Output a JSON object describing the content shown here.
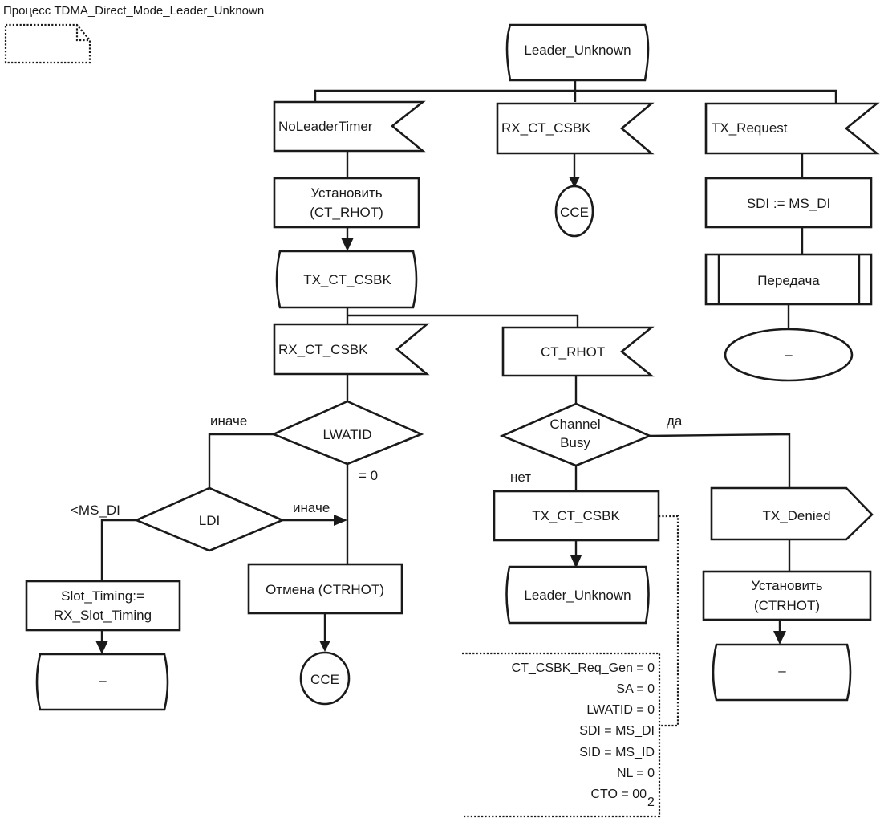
{
  "title": "Процесс TDMA_Direct_Mode_Leader_Unknown",
  "states": {
    "start": "Leader_Unknown",
    "tx_ct_csbk_state": "TX_CT_CSBK",
    "return_leader_unknown": "Leader_Unknown",
    "dash_state_left": "–",
    "dash_state_right": "–"
  },
  "inputs": {
    "no_leader_timer": "NoLeaderTimer",
    "rx_ct_csbk_top": "RX_CT_CSBK",
    "tx_request": "TX_Request",
    "rx_ct_csbk_mid": "RX_CT_CSBK",
    "ct_rhot": "CT_RHOT"
  },
  "tasks": {
    "set_ct_rhot_line1": "Установить",
    "set_ct_rhot_line2": "(CT_RHOT)",
    "sdi_assign": "SDI := MS_DI",
    "slot_timing_line1": "Slot_Timing:=",
    "slot_timing_line2": "RX_Slot_Timing",
    "cancel_ctrhot": "Отмена (CTRHOT)",
    "set_ctrhot_line1": "Установить",
    "set_ctrhot_line2": "(CTRHOT)"
  },
  "outputs": {
    "tx_ct_csbk": "TX_CT_CSBK",
    "tx_denied": "TX_Denied"
  },
  "procedure_call": "Передача",
  "stop_label": "–",
  "connectors": {
    "cce_top": "CCE",
    "cce_bottom": "CCE"
  },
  "decisions": {
    "lwatid": "LWATID",
    "ldi": "LDI",
    "channel_busy_line1": "Channel",
    "channel_busy_line2": "Busy"
  },
  "branch_labels": {
    "lwatid_else": "иначе",
    "lwatid_zero": "= 0",
    "ldi_less": "<MS_DI",
    "ldi_else": "иначе",
    "busy_yes": "да",
    "busy_no": "нет"
  },
  "annotation": {
    "lines": [
      "CT_CSBK_Req_Gen = 0",
      "SA = 0",
      "LWATID = 0",
      "SDI = MS_DI",
      "SID = MS_ID",
      "NL = 0",
      "CTO = 00"
    ],
    "cto_subscript": "2"
  }
}
